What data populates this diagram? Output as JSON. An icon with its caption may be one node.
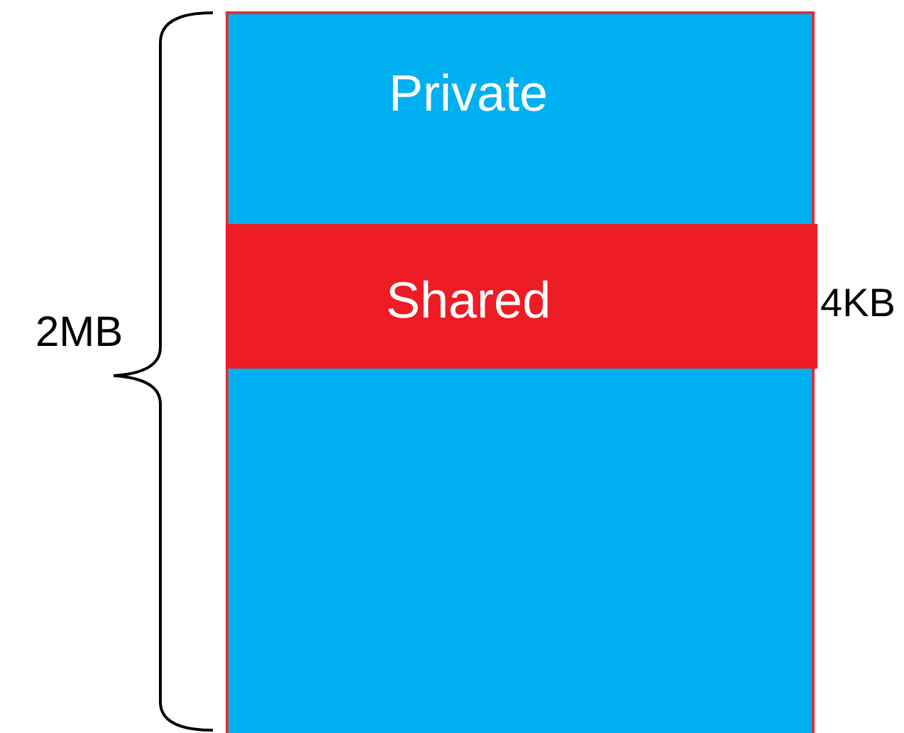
{
  "diagram": {
    "nodes": [
      {
        "text": [
          "Private"
        ]
      },
      {
        "text": [
          "Shared"
        ],
        "in": 0,
        "beside": [
          "4KB"
        ]
      }
    ],
    "labels": [
      "2MB"
    ]
  }
}
